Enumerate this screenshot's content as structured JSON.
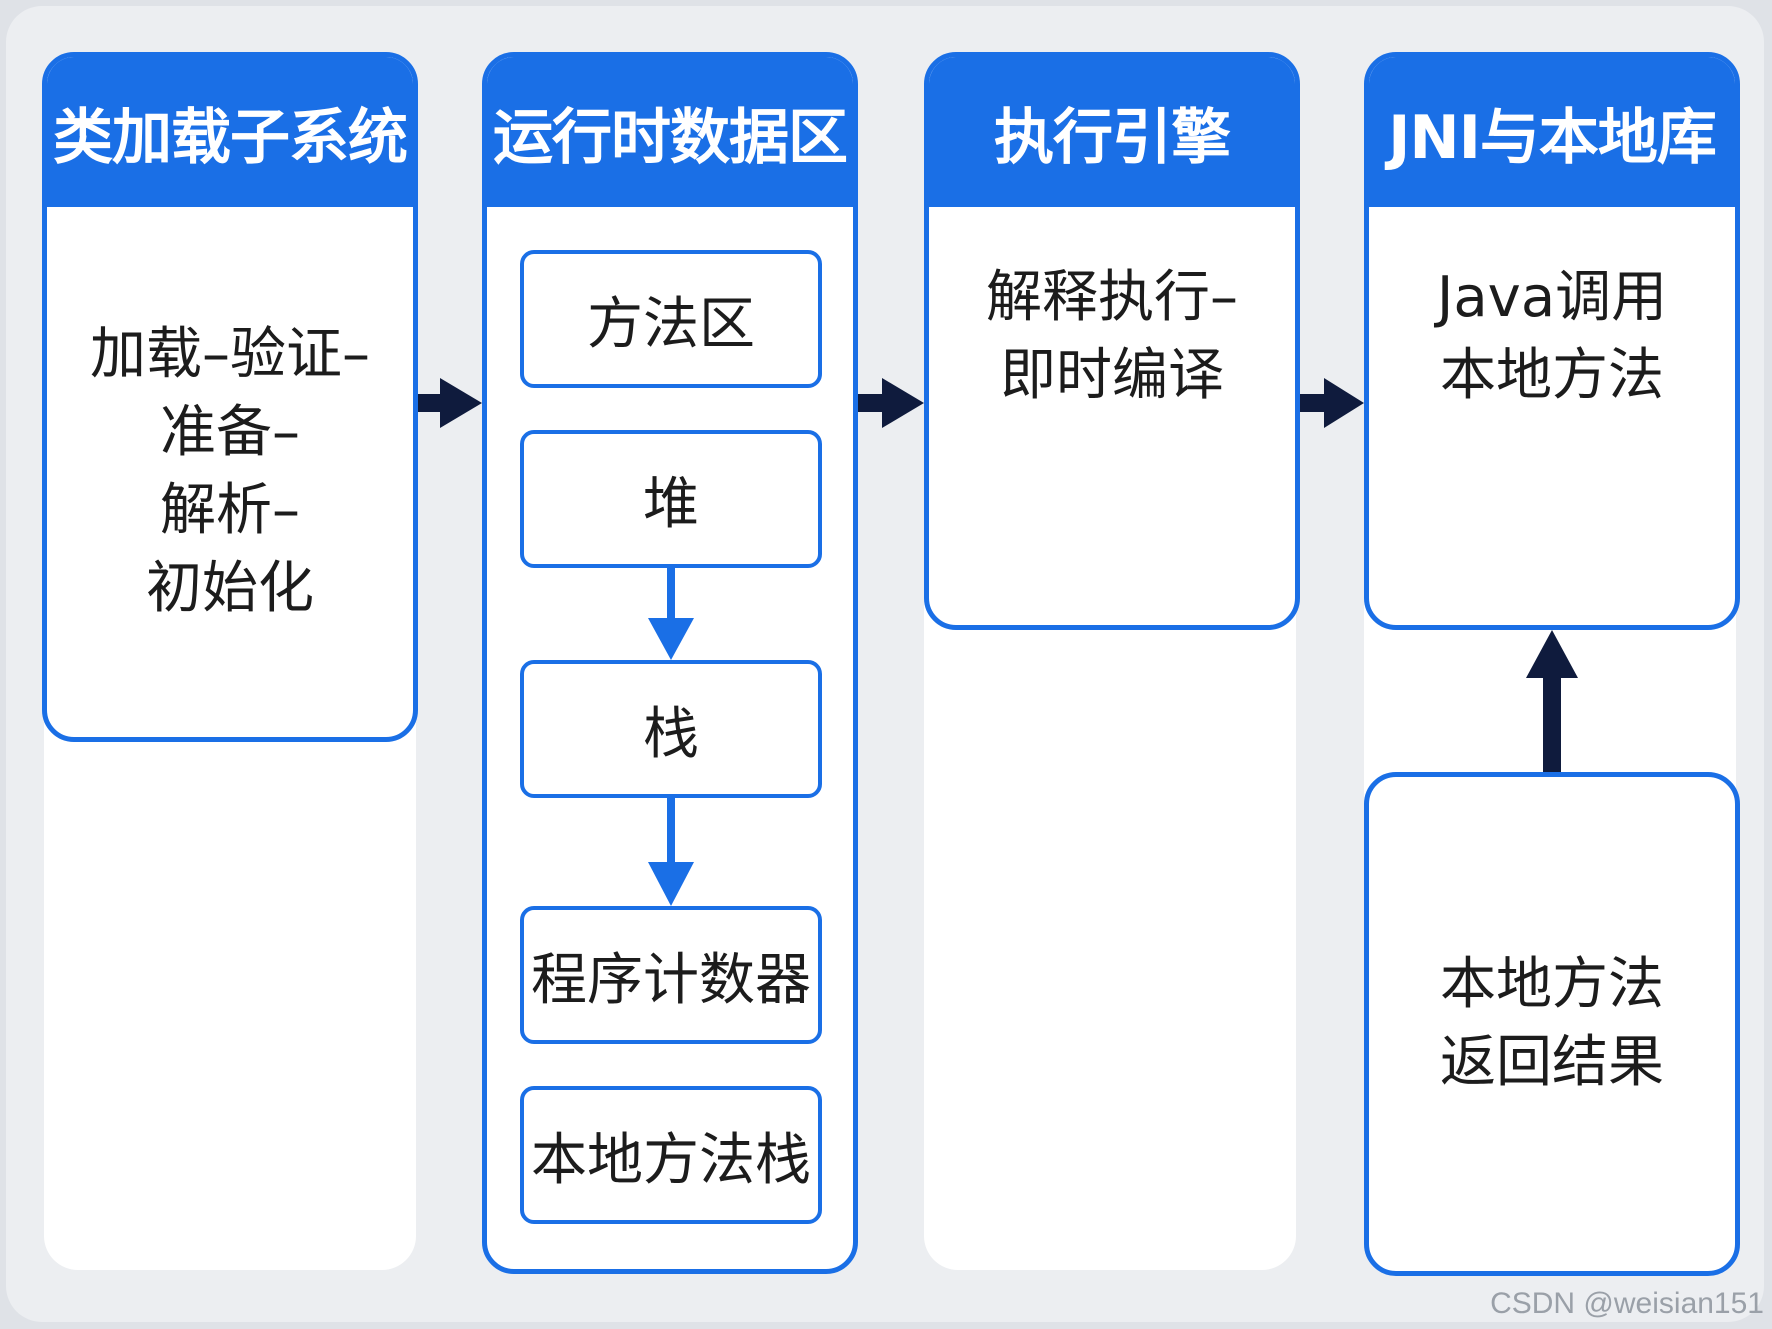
{
  "columns": [
    {
      "title": "类加载子系统",
      "body_lines": [
        "加载–验证–",
        "准备–",
        "解析–",
        "初始化"
      ]
    },
    {
      "title": "运行时数据区",
      "items": [
        "方法区",
        "堆",
        "栈",
        "程序计数器",
        "本地方法栈"
      ]
    },
    {
      "title": "执行引擎",
      "body_lines": [
        "解释执行–",
        "即时编译"
      ]
    },
    {
      "title": "JNI与本地库",
      "body_lines": [
        "Java调用",
        "本地方法"
      ],
      "result_lines": [
        "本地方法",
        "返回结果"
      ]
    }
  ],
  "colors": {
    "accent": "#1a6fe6",
    "arrow_dark": "#0f1b3d",
    "background": "#eceef1"
  },
  "watermark": "CSDN @weisian151"
}
